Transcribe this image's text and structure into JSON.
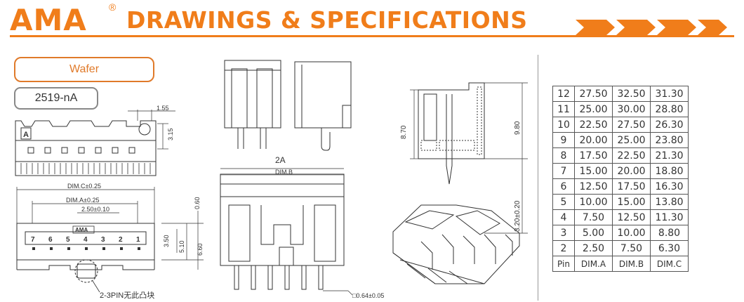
{
  "header": {
    "logo": "AMA",
    "registered": "®",
    "title": "DRAWINGS & SPECIFICATIONS"
  },
  "product": {
    "type_label": "Wafer",
    "part_number": "2519-nA"
  },
  "top_view": {
    "dim_pitch_top": "1.55",
    "dim_height": "3.15",
    "pin1_marker": "A"
  },
  "bottom_view": {
    "dim_c": "DIM.C±0.25",
    "dim_a": "DIM.A±0.25",
    "dim_pitch": "2.50±0.10",
    "dim_060": "0.60",
    "dim_350": "3.50",
    "dim_510": "5.10",
    "dim_660": "6.60",
    "brand_mark": "AMA",
    "pin_numbers": [
      "7",
      "6",
      "5",
      "4",
      "3",
      "2",
      "1"
    ],
    "note": "2-3PIN无此凸块"
  },
  "middle_views": {
    "view_label": "2A",
    "dim_b": "DIM.B",
    "dim_pin": "□0.64±0.05"
  },
  "section_view": {
    "dim_870": "8.70",
    "dim_980": "9.80",
    "dim_320": "3.20±0.20"
  },
  "dimension_table": {
    "rows": [
      [
        "12",
        "27.50",
        "32.50",
        "31.30"
      ],
      [
        "11",
        "25.00",
        "30.00",
        "28.80"
      ],
      [
        "10",
        "22.50",
        "27.50",
        "26.30"
      ],
      [
        "9",
        "20.00",
        "25.00",
        "23.80"
      ],
      [
        "8",
        "17.50",
        "22.50",
        "21.30"
      ],
      [
        "7",
        "15.00",
        "20.00",
        "18.80"
      ],
      [
        "6",
        "12.50",
        "17.50",
        "16.30"
      ],
      [
        "5",
        "10.00",
        "15.00",
        "13.80"
      ],
      [
        "4",
        "7.50",
        "12.50",
        "11.30"
      ],
      [
        "3",
        "5.00",
        "10.00",
        "8.80"
      ],
      [
        "2",
        "2.50",
        "7.50",
        "6.30"
      ]
    ],
    "header": [
      "Pin",
      "DIM.A",
      "DIM.B",
      "DIM.C"
    ]
  },
  "colors": {
    "brand_orange": "#f07d1a",
    "line": "#333333"
  }
}
